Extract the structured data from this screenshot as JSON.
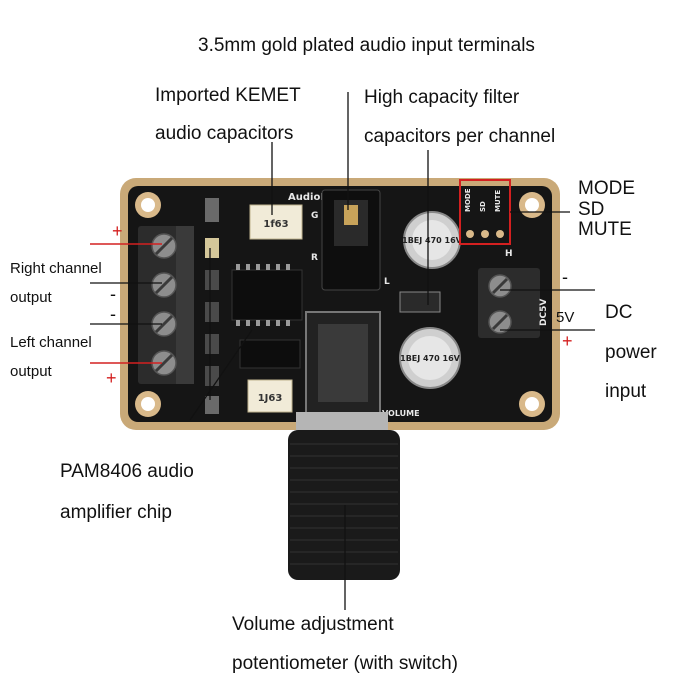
{
  "labels": {
    "input_terminals": "3.5mm gold plated audio input terminals",
    "kemet_line1": "Imported KEMET",
    "kemet_line2": "audio capacitors",
    "filter_line1": "High capacity filter",
    "filter_line2": "capacitors per channel",
    "mode": "MODE",
    "sd": "SD",
    "mute": "MUTE",
    "right_line1": "Right channel",
    "right_line2": "output",
    "left_line1": "Left channel",
    "left_line2": "output",
    "dc_line1": "DC",
    "dc_line2": "power",
    "dc_line3": "input",
    "dc_5v": "5V",
    "pam_line1": "PAM8406 audio",
    "pam_line2": "amplifier chip",
    "vol_line1": "Volume adjustment",
    "vol_line2": "potentiometer (with switch)"
  },
  "polarity": {
    "plus": "+",
    "minus": "-"
  },
  "board_silkscreen": {
    "audio_in": "AudioIN",
    "g": "G",
    "r": "R",
    "l": "L",
    "h": "H",
    "mode": "MODE",
    "sd": "SD",
    "mute": "MUTE",
    "dc5v": "DC5V",
    "volume": "VOLUME",
    "cap_top": "1BEJ 470 16V",
    "cap_bottom": "1BEJ 470 16V",
    "kemet_top": "1f63",
    "kemet_bottom": "1J63"
  },
  "colors": {
    "board": "#151515",
    "board_edge": "#c9a978",
    "callout_red": "#d42020",
    "terminal_block": "#2c2c2c",
    "knob": "#1a1a1a"
  }
}
